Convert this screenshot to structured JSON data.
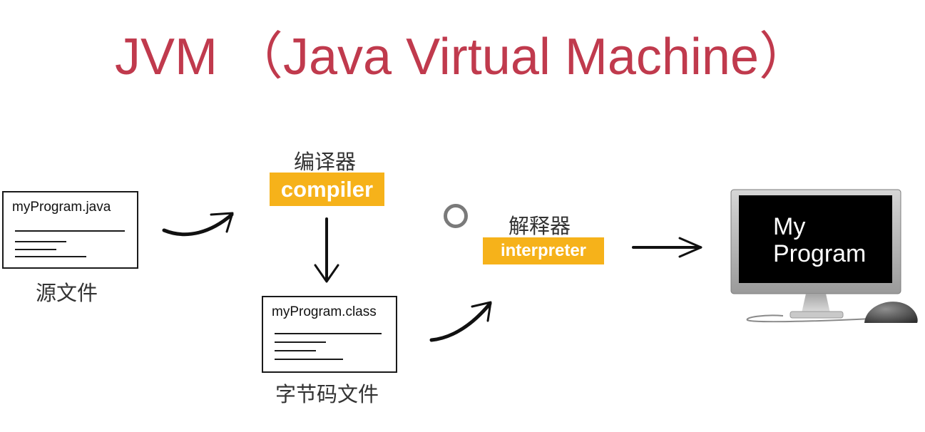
{
  "title": "JVM （Java Virtual Machine）",
  "source_file": {
    "filename": "myProgram.java",
    "caption": "源文件"
  },
  "compiler": {
    "caption": "编译器",
    "label": "compiler"
  },
  "bytecode_file": {
    "filename": "myProgram.class",
    "caption": "字节码文件"
  },
  "interpreter": {
    "caption": "解释器",
    "label": "interpreter"
  },
  "monitor": {
    "line1": "My",
    "line2": "Program"
  },
  "colors": {
    "title": "#c03a4d",
    "tag": "#f6b21a",
    "screen": "#000000"
  }
}
